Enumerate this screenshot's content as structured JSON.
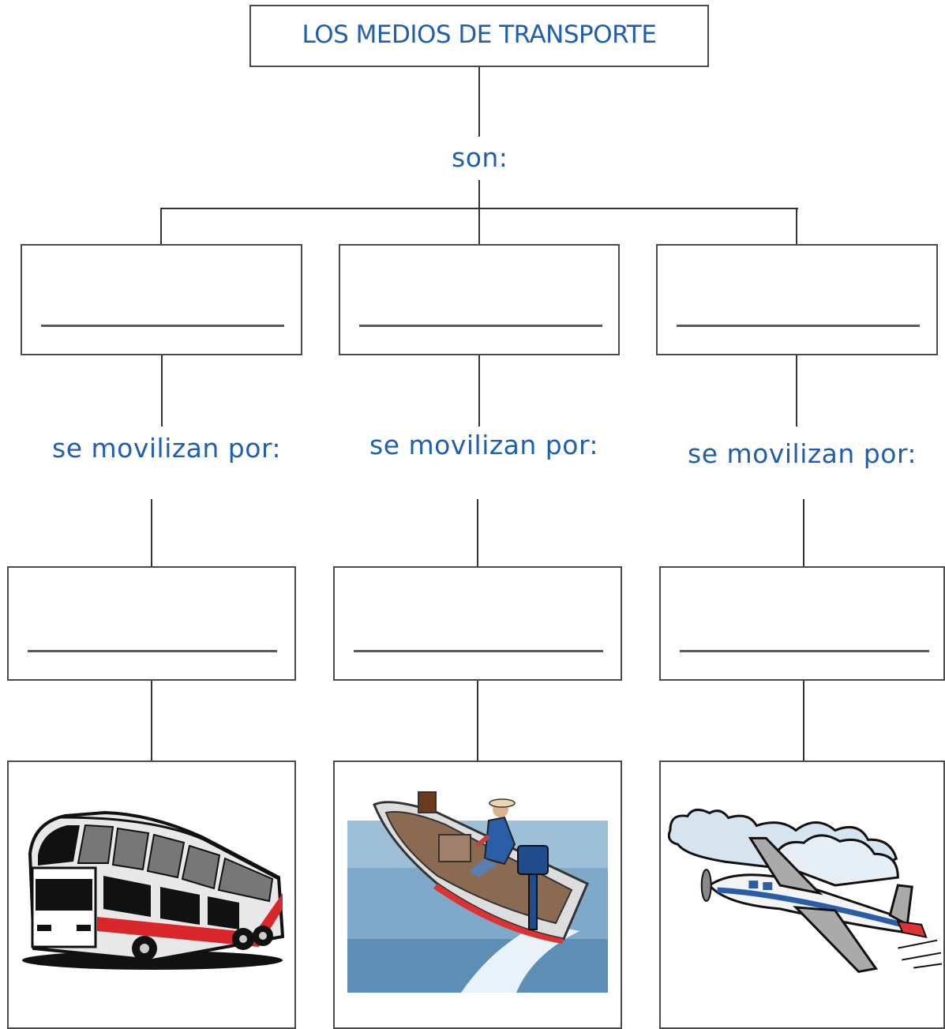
{
  "title": "LOS MEDIOS DE TRANSPORTE",
  "connector_son": "son:",
  "branches": [
    {
      "connector": "se movilizan por:",
      "illustration": "bus-icon"
    },
    {
      "connector": "se movilizan por:",
      "illustration": "boat-icon"
    },
    {
      "connector": "se movilizan por:",
      "illustration": "airplane-icon"
    }
  ],
  "colors": {
    "text_blue": "#1f5fae",
    "line": "#333333"
  }
}
